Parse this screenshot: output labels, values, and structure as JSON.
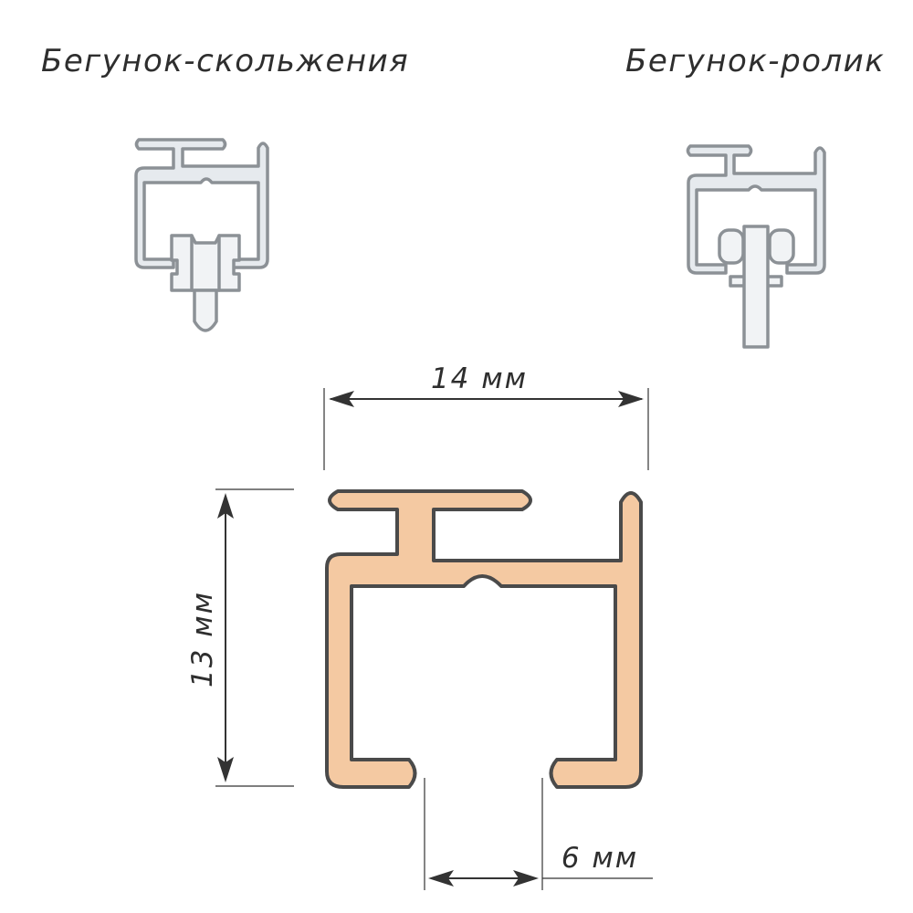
{
  "captions": {
    "slider_runner": "Бегунок-скольжения",
    "roller_runner": "Бегунок-ролик"
  },
  "dimensions": {
    "width": "14 мм",
    "height": "13 мм",
    "slot": "6 мм"
  },
  "colors": {
    "rail_fill": "#f4c9a2",
    "rail_outline": "#4a4a4a",
    "part_fill": "#e6eaee",
    "part_outline": "#8c9196",
    "text": "#2e2e2e"
  }
}
